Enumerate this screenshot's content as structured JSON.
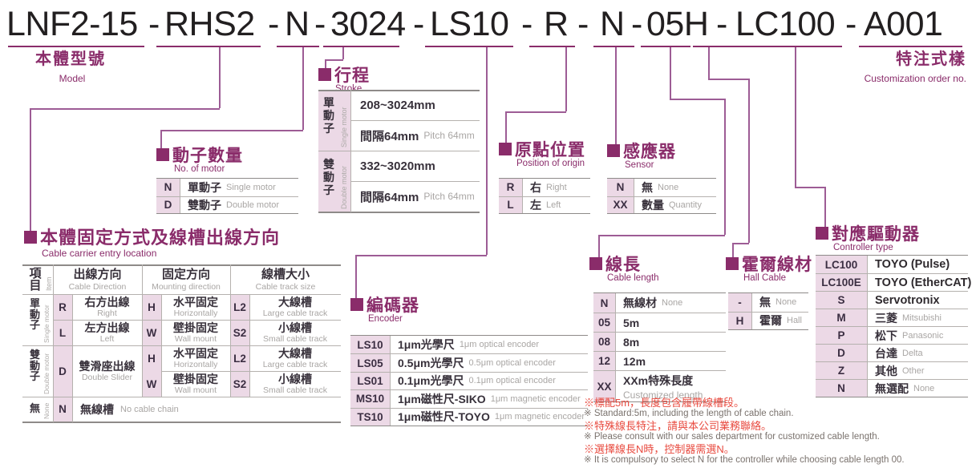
{
  "model": {
    "segments": [
      "LNF2-15",
      "RHS2",
      "N",
      "3024",
      "LS10",
      "R",
      "N",
      "05H",
      "LC100",
      "A001"
    ],
    "separator": "-"
  },
  "header_labels": {
    "model_cn": "本體型號",
    "model_en": "Model",
    "custom_cn": "特注式樣",
    "custom_en": "Customization order no."
  },
  "sections": {
    "motor": {
      "title_cn": "動子數量",
      "title_en": "No. of motor",
      "rows": [
        {
          "code": "N",
          "cn": "單動子",
          "en": "Single motor"
        },
        {
          "code": "D",
          "cn": "雙動子",
          "en": "Double motor"
        }
      ]
    },
    "stroke": {
      "title_cn": "行程",
      "title_en": "Stroke",
      "groups": [
        {
          "head_cn": "單動子",
          "head_en": "Single motor",
          "range": "208~3024mm",
          "pitch_cn": "間隔64mm",
          "pitch_en": "Pitch 64mm"
        },
        {
          "head_cn": "雙動子",
          "head_en": "Double motor",
          "range": "332~3020mm",
          "pitch_cn": "間隔64mm",
          "pitch_en": "Pitch 64mm"
        }
      ]
    },
    "carrier": {
      "title_cn": "本體固定方式及線槽出線方向",
      "title_en": "Cable carrier entry location",
      "header": {
        "item_cn": "項目",
        "item_en": "Item",
        "dir_cn": "出線方向",
        "dir_en": "Cable Direction",
        "mount_cn": "固定方向",
        "mount_en": "Mounting direction",
        "track_cn": "線槽大小",
        "track_en": "Cable track size"
      },
      "single": {
        "head_cn": "單動子",
        "head_en": "Single motor"
      },
      "double": {
        "head_cn": "雙動子",
        "head_en": "Double motor"
      },
      "none": {
        "head_cn": "無",
        "head_en": "None",
        "code": "N",
        "cn": "無線槽",
        "en": "No cable chain"
      },
      "dir_rows": [
        {
          "code": "R",
          "cn": "右方出線",
          "en": "Right"
        },
        {
          "code": "L",
          "cn": "左方出線",
          "en": "Left"
        },
        {
          "code": "D",
          "cn": "雙滑座出線",
          "en": "Double Slider"
        }
      ],
      "mount_rows": [
        {
          "code": "H",
          "cn": "水平固定",
          "en": "Horizontally"
        },
        {
          "code": "W",
          "cn": "壁掛固定",
          "en": "Wall mount"
        }
      ],
      "track_rows": [
        {
          "code": "L2",
          "cn": "大線槽",
          "en": "Large cable track"
        },
        {
          "code": "S2",
          "cn": "小線槽",
          "en": "Small cable track"
        }
      ]
    },
    "encoder": {
      "title_cn": "編碼器",
      "title_en": "Encoder",
      "rows": [
        {
          "code": "LS10",
          "cn": "1μm光學尺",
          "en": "1μm optical encoder"
        },
        {
          "code": "LS05",
          "cn": "0.5μm光學尺",
          "en": "0.5μm optical encoder"
        },
        {
          "code": "LS01",
          "cn": "0.1μm光學尺",
          "en": "0.1μm optical encoder"
        },
        {
          "code": "MS10",
          "cn": "1μm磁性尺-SIKO",
          "en": "1μm magnetic encoder"
        },
        {
          "code": "TS10",
          "cn": "1μm磁性尺-TOYO",
          "en": "1μm magnetic encoder"
        }
      ]
    },
    "origin": {
      "title_cn": "原點位置",
      "title_en": "Position of origin",
      "rows": [
        {
          "code": "R",
          "cn": "右",
          "en": "Right"
        },
        {
          "code": "L",
          "cn": "左",
          "en": "Left"
        }
      ]
    },
    "sensor": {
      "title_cn": "感應器",
      "title_en": "Sensor",
      "rows": [
        {
          "code": "N",
          "cn": "無",
          "en": "None"
        },
        {
          "code": "XX",
          "cn": "數量",
          "en": "Quantity"
        }
      ]
    },
    "cable": {
      "title_cn": "線長",
      "title_en": "Cable length",
      "rows": [
        {
          "code": "N",
          "cn": "無線材",
          "en": "None"
        },
        {
          "code": "05",
          "cn": "5m",
          "en": ""
        },
        {
          "code": "08",
          "cn": "8m",
          "en": ""
        },
        {
          "code": "12",
          "cn": "12m",
          "en": ""
        },
        {
          "code": "XX",
          "cn": "XXm特殊長度",
          "en": "Customized length"
        }
      ]
    },
    "hall": {
      "title_cn": "霍爾線材",
      "title_en": "Hall Cable",
      "rows": [
        {
          "code": "-",
          "cn": "無",
          "en": "None"
        },
        {
          "code": "H",
          "cn": "霍爾",
          "en": "Hall"
        }
      ]
    },
    "controller": {
      "title_cn": "對應驅動器",
      "title_en": "Controller type",
      "rows": [
        {
          "code": "LC100",
          "cn": "TOYO (Pulse)",
          "en": ""
        },
        {
          "code": "LC100E",
          "cn": "TOYO (EtherCAT)",
          "en": ""
        },
        {
          "code": "S",
          "cn": "Servotronix",
          "en": ""
        },
        {
          "code": "M",
          "cn": "三菱",
          "en": "Mitsubishi"
        },
        {
          "code": "P",
          "cn": "松下",
          "en": "Panasonic"
        },
        {
          "code": "D",
          "cn": "台達",
          "en": "Delta"
        },
        {
          "code": "Z",
          "cn": "其他",
          "en": "Other"
        },
        {
          "code": "N",
          "cn": "無選配",
          "en": "None"
        }
      ]
    }
  },
  "notes": [
    {
      "cn": "※標配5m，長度包含履帶線槽段。",
      "en": "※ Standard:5m, including the length of cable chain."
    },
    {
      "cn": "※特殊線長特注，請與本公司業務聯絡。",
      "en": "※ Please consult with our sales department for customized cable length."
    },
    {
      "cn": "※選擇線長N時，控制器需選N。",
      "en": "※ It is compulsory to select N for the controller while choosing cable length 00."
    }
  ],
  "colors": {
    "accent": "#8a2c6a",
    "connector": "#9d5c95",
    "key_bg": "#ecd9e6",
    "note_red": "#e8493e",
    "text_gray": "#a9a6a4"
  }
}
